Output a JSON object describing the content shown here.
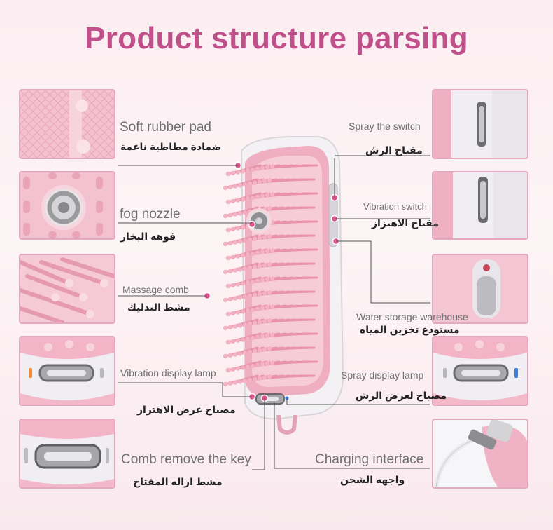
{
  "title": "Product structure parsing",
  "colors": {
    "title": "#c0508a",
    "pink_light": "#f6c6d3",
    "pink_mid": "#e89ab3",
    "frame": "#e4a9c0",
    "white_shell": "#f4f2f5"
  },
  "left_labels": [
    {
      "en": "Soft rubber pad",
      "ar": "ضمادة مطاطية ناعمة"
    },
    {
      "en": "fog nozzle",
      "ar": "فوهه البخار"
    },
    {
      "en": "Massage comb",
      "ar": "مشط التدليك"
    },
    {
      "en": "Vibration display lamp",
      "ar": "مصباح عرض الاهتزاز"
    },
    {
      "en": "Comb remove the key",
      "ar": "مشط ازاله المفتاح"
    }
  ],
  "right_labels": [
    {
      "en": "Spray the switch",
      "ar": "مفتاح الرش"
    },
    {
      "en": "Vibration switch",
      "ar": "مفتاح الاهتزاز"
    },
    {
      "en": "Water storage warehouse",
      "ar": "مستودع تخزين المياه"
    },
    {
      "en": "Spray display lamp",
      "ar": "مصباح لعرض الرش"
    },
    {
      "en": "Charging interface",
      "ar": "واجهه الشحن"
    }
  ],
  "thumbnails": {
    "left": [
      "rubber-pad-closeup",
      "fog-nozzle-closeup",
      "massage-comb-closeup",
      "vibration-lamp-closeup",
      "remove-key-closeup"
    ],
    "right": [
      "spray-switch-closeup",
      "vibration-switch-closeup",
      "water-tank-closeup",
      "spray-lamp-closeup",
      "charging-port-closeup"
    ]
  },
  "lamp_colors": {
    "vibration": "#f08a2c",
    "spray": "#3d7fe0"
  }
}
